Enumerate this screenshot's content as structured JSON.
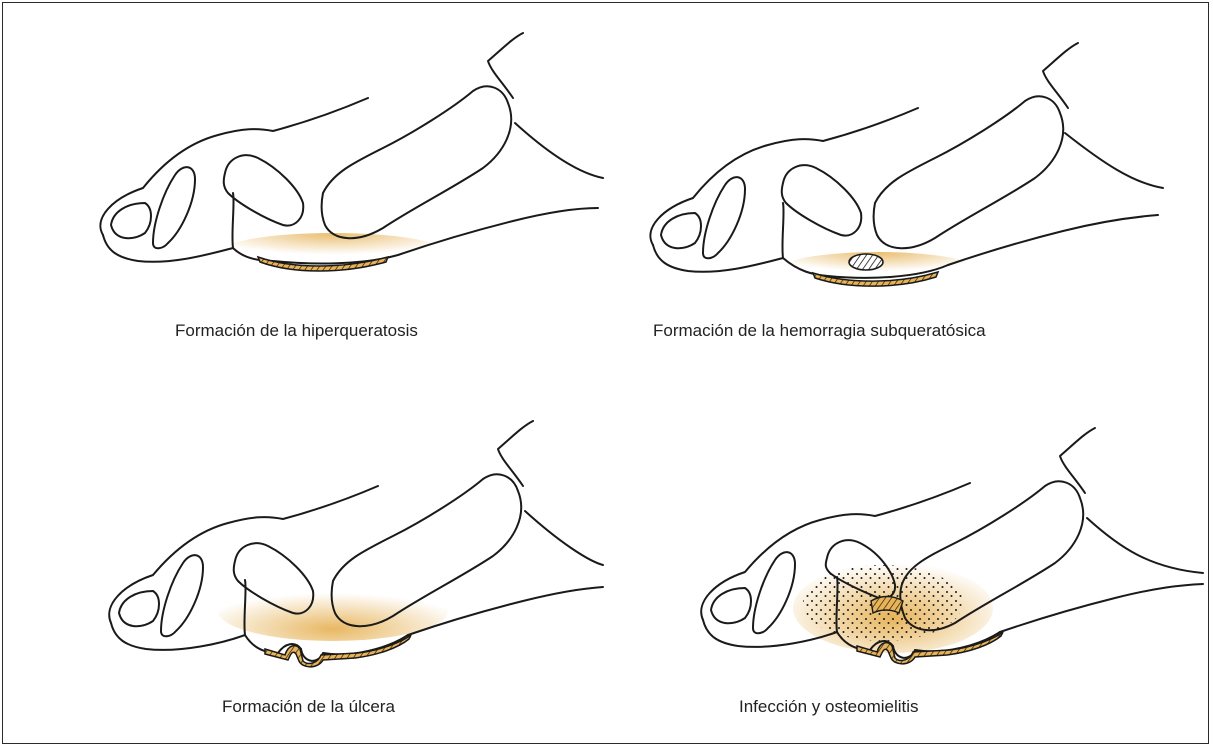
{
  "figure": {
    "colors": {
      "line": "#1a1a1a",
      "callus": "#e2a63c",
      "background": "#ffffff"
    },
    "panels": [
      {
        "id": "hiperqueratosis",
        "caption": "Formación de la hiperqueratosis",
        "stage": 1
      },
      {
        "id": "hemorragia",
        "caption": "Formación de la hemorragia subqueratósica",
        "stage": 2
      },
      {
        "id": "ulcera",
        "caption": "Formación de la úlcera",
        "stage": 3
      },
      {
        "id": "infeccion",
        "caption": "Infección y osteomielitis",
        "stage": 4
      }
    ]
  }
}
